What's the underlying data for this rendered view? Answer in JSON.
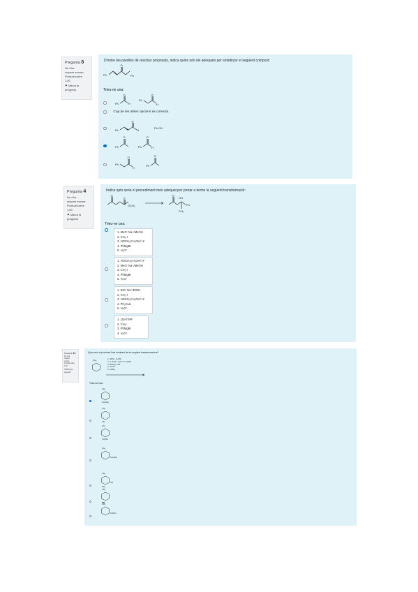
{
  "q8": {
    "number_label": "Pregunta",
    "number": "8",
    "status": [
      "No s'ha",
      "respost encara"
    ],
    "grade": [
      "Puntuat sobre",
      "1,00"
    ],
    "flag": [
      "⚑ Marca la",
      "pregunta"
    ],
    "prompt": "D'entre les parelles de reactius proposats, indica quins són els adequats  per sintetitzar el següent compost:",
    "choose": "Trieu-ne una:",
    "option_text": "Cap de les altres opcions és correcta",
    "labels": {
      "ph": "Ph",
      "o": "O",
      "h": "H",
      "phoh": "Ph-OH"
    }
  },
  "q4": {
    "number_label": "Pregunta",
    "number": "4",
    "status": [
      "No s'ha",
      "respost encara"
    ],
    "grade": [
      "Puntuat sobre",
      "1,00"
    ],
    "flag": [
      "⚑ Marca la",
      "pregunta"
    ],
    "prompt": "Indica quin seria el procediment més adequat per portar a terme la següent transformació:",
    "choose": "Trieu-ne una:",
    "labels": {
      "och3": "OCH₃",
      "oh": "OH",
      "ph": "Ph",
      "ch3": "CH₃",
      "o": "O"
    },
    "options": [
      [
        "1. MeO⁻Na⁺/MeOH",
        "2. CH₃-I",
        "3. HOCH₂CH₂OH/ H⁺",
        "4. PhMgBr",
        "5. H₃O⁺"
      ],
      [
        "1. HOCH₂CH₂OH/ H⁺",
        "2. MeO⁻Na⁺/MeOH",
        "3. CH₃-I",
        "4. PhMgBr",
        "5. H₃O⁺"
      ],
      [
        "1. EtO⁻Na⁺/EtOH",
        "2. CH₃-I",
        "3. HOCH₂CH₂OH/ H⁺",
        "4. Ph₂CuLi",
        "5. H₃O⁺"
      ],
      [
        "1. LDA/THF",
        "2. CH₃I",
        "3. PhMgBr",
        "4. H₃O⁺"
      ]
    ]
  },
  "q11": {
    "number_label": "Pregunta",
    "number": "11",
    "status": [
      "No s'ha",
      "respost",
      "encara"
    ],
    "grade": [
      "Puntuat sobre",
      "1,00"
    ],
    "flag": [
      "⚑ Marca la",
      "pregunta"
    ],
    "prompt": "Quin seria el producte final resultant de les següent transformacions?",
    "start": "CH₃",
    "steps": [
      "1. HNO₃, H₂SO₄",
      "2. a. SnCl₂, H₃O⁺; b. NaOH",
      "3. NaNO₂, HCl",
      "4. CuCN",
      "5. LiAlH₄"
    ],
    "choose": "Trieu-ne una:",
    "options": [
      {
        "top": "CH₃",
        "sub": "CH₂NH₂"
      },
      {
        "top": "CH₃",
        "sub": "CN"
      },
      {
        "top": "CH₃",
        "sub": "COOH"
      },
      {
        "top": "CH₃",
        "sub": "CH₂NH₂"
      },
      {
        "top": "CH₃",
        "sub": "CN",
        "sub2": "NH₂"
      },
      {
        "top": "CH₃",
        "sub": "CN",
        "sub2": "NH₂"
      },
      {
        "top": "CH₃",
        "sub": "COOH"
      }
    ]
  },
  "colors": {
    "content_bg": "#def2f8",
    "info_bg": "#f0f2f4",
    "accent": "#0f6cbf"
  }
}
